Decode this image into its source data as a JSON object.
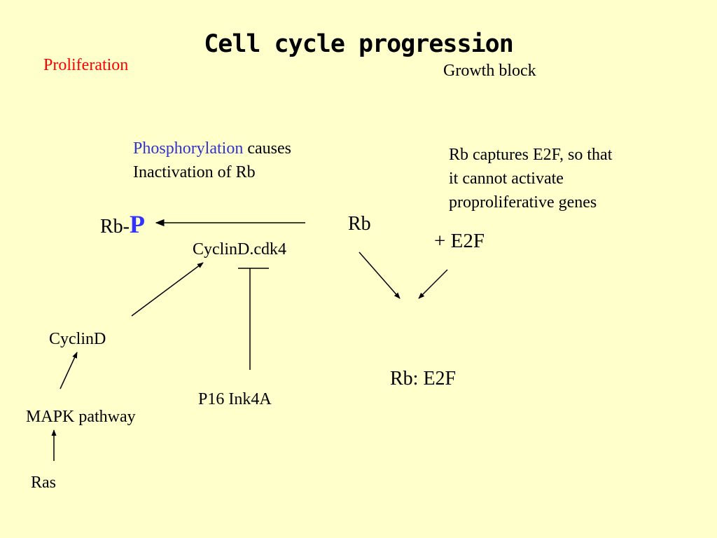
{
  "title": "Cell cycle progression",
  "labels": {
    "proliferation": "Proliferation",
    "growth_block": "Growth block",
    "phosphorylation": "Phosphorylation",
    "causes": " causes",
    "inactivation": "Inactivation of Rb",
    "rb_captures_1": "Rb captures E2F, so that",
    "rb_captures_2": "it cannot activate",
    "rb_captures_3": "proproliferative genes",
    "rb_prefix": "Rb-",
    "p_symbol": "P",
    "rb": "Rb",
    "plus_e2f": "+  E2F",
    "cyclind_cdk4": "CyclinD.cdk4",
    "cyclind": "CyclinD",
    "mapk": "MAPK pathway",
    "ras": "Ras",
    "p16": "P16 Ink4A",
    "rb_e2f": "Rb: E2F"
  },
  "colors": {
    "background": "#FFFFCC",
    "proliferation": "#FF0000",
    "phosphorylation": "#3333CC",
    "p_symbol": "#3333FF",
    "text": "#000000"
  }
}
